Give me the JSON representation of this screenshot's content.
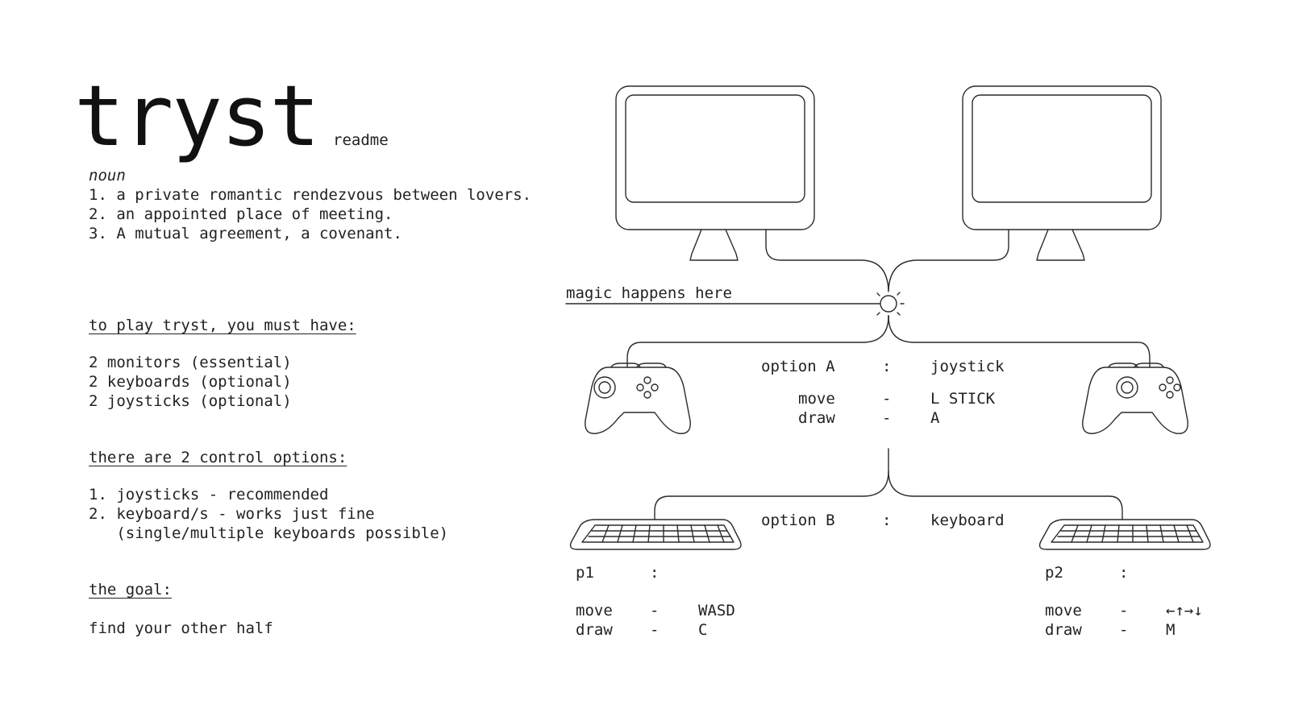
{
  "header": {
    "title": "tryst",
    "subtitle": "readme"
  },
  "definition": {
    "part_of_speech": "noun",
    "entries": [
      "1. a private romantic rendezvous between lovers.",
      "2. an appointed place of meeting.",
      "3. A mutual agreement, a covenant."
    ]
  },
  "requirements": {
    "heading": "to play tryst, you must have:",
    "items": [
      "2 monitors (essential)",
      "2 keyboards (optional)",
      "2 joysticks (optional)"
    ]
  },
  "controls": {
    "heading": "there are 2 control options:",
    "items": [
      "1. joysticks - recommended",
      "2. keyboard/s - works just fine",
      "   (single/multiple keyboards possible)"
    ]
  },
  "goal": {
    "heading": "the goal:",
    "text": "find your other half"
  },
  "diagram": {
    "magic_label": "magic happens here",
    "option_a": {
      "label": "option A",
      "sep": ":",
      "value": "joystick",
      "rows": [
        {
          "action": "move",
          "dash": "-",
          "key": "L STICK"
        },
        {
          "action": "draw",
          "dash": "-",
          "key": "A"
        }
      ]
    },
    "option_b": {
      "label": "option B",
      "sep": ":",
      "value": "keyboard"
    },
    "p1": {
      "label": "p1",
      "sep": ":",
      "rows": [
        {
          "action": "move",
          "dash": "-",
          "key": "WASD"
        },
        {
          "action": "draw",
          "dash": "-",
          "key": "C"
        }
      ]
    },
    "p2": {
      "label": "p2",
      "sep": ":",
      "rows": [
        {
          "action": "move",
          "dash": "-",
          "key": "←↑→↓"
        },
        {
          "action": "draw",
          "dash": "-",
          "key": "M"
        }
      ]
    }
  },
  "colors": {
    "ink": "#222222",
    "background": "#ffffff"
  }
}
